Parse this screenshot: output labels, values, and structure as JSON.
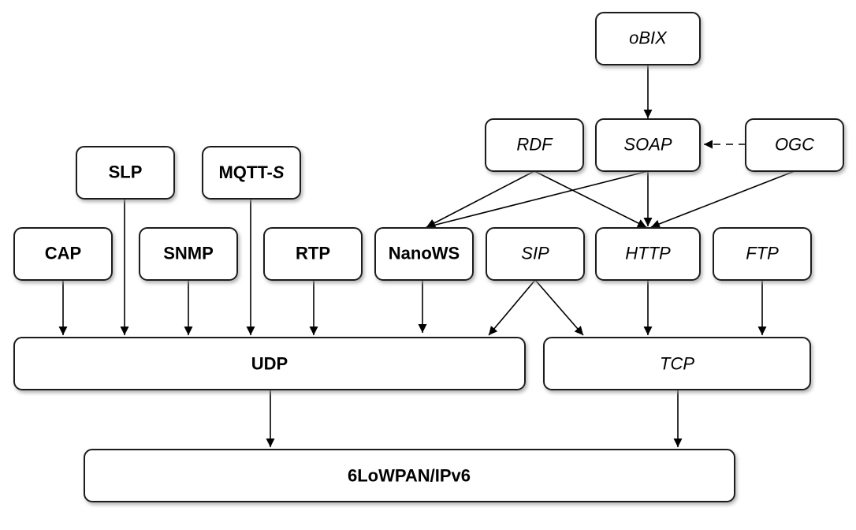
{
  "diagram": {
    "nodes": {
      "obix": {
        "label": "oBIX",
        "style": "italic"
      },
      "rdf": {
        "label": "RDF",
        "style": "italic"
      },
      "soap": {
        "label": "SOAP",
        "style": "italic"
      },
      "ogc": {
        "label": "OGC",
        "style": "italic"
      },
      "slp": {
        "label": "SLP",
        "style": "bold"
      },
      "mqtts": {
        "label_main": "MQTT-",
        "label_suffix": "S",
        "style": "bold"
      },
      "cap": {
        "label": "CAP",
        "style": "bold"
      },
      "snmp": {
        "label": "SNMP",
        "style": "bold"
      },
      "rtp": {
        "label": "RTP",
        "style": "bold"
      },
      "nanows": {
        "label": "NanoWS",
        "style": "bold"
      },
      "sip": {
        "label": "SIP",
        "style": "italic"
      },
      "http": {
        "label": "HTTP",
        "style": "italic"
      },
      "ftp": {
        "label": "FTP",
        "style": "italic"
      },
      "udp": {
        "label": "UDP",
        "style": "bold"
      },
      "tcp": {
        "label": "TCP",
        "style": "italic"
      },
      "ipv6": {
        "label": "6LoWPAN/IPv6",
        "style": "bold"
      }
    },
    "edges": [
      {
        "from": "obix",
        "to": "soap",
        "style": "solid"
      },
      {
        "from": "ogc",
        "to": "soap",
        "style": "dashed"
      },
      {
        "from": "rdf",
        "to": "nanows",
        "style": "solid"
      },
      {
        "from": "rdf",
        "to": "http",
        "style": "solid"
      },
      {
        "from": "soap",
        "to": "nanows",
        "style": "solid"
      },
      {
        "from": "soap",
        "to": "http",
        "style": "solid"
      },
      {
        "from": "ogc",
        "to": "http",
        "style": "solid"
      },
      {
        "from": "cap",
        "to": "udp",
        "style": "solid"
      },
      {
        "from": "slp",
        "to": "udp",
        "style": "solid"
      },
      {
        "from": "snmp",
        "to": "udp",
        "style": "solid"
      },
      {
        "from": "mqtts",
        "to": "udp",
        "style": "solid"
      },
      {
        "from": "rtp",
        "to": "udp",
        "style": "solid"
      },
      {
        "from": "nanows",
        "to": "udp",
        "style": "solid"
      },
      {
        "from": "sip",
        "to": "udp",
        "style": "solid"
      },
      {
        "from": "sip",
        "to": "tcp",
        "style": "solid"
      },
      {
        "from": "http",
        "to": "tcp",
        "style": "solid"
      },
      {
        "from": "ftp",
        "to": "tcp",
        "style": "solid"
      },
      {
        "from": "udp",
        "to": "ipv6",
        "style": "solid"
      },
      {
        "from": "tcp",
        "to": "ipv6",
        "style": "solid"
      }
    ],
    "colors": {
      "box_fill": "#ffffff",
      "box_stroke": "#1a1a1a",
      "shadow": "#999999",
      "edge": "#000000",
      "text": "#000000"
    }
  }
}
